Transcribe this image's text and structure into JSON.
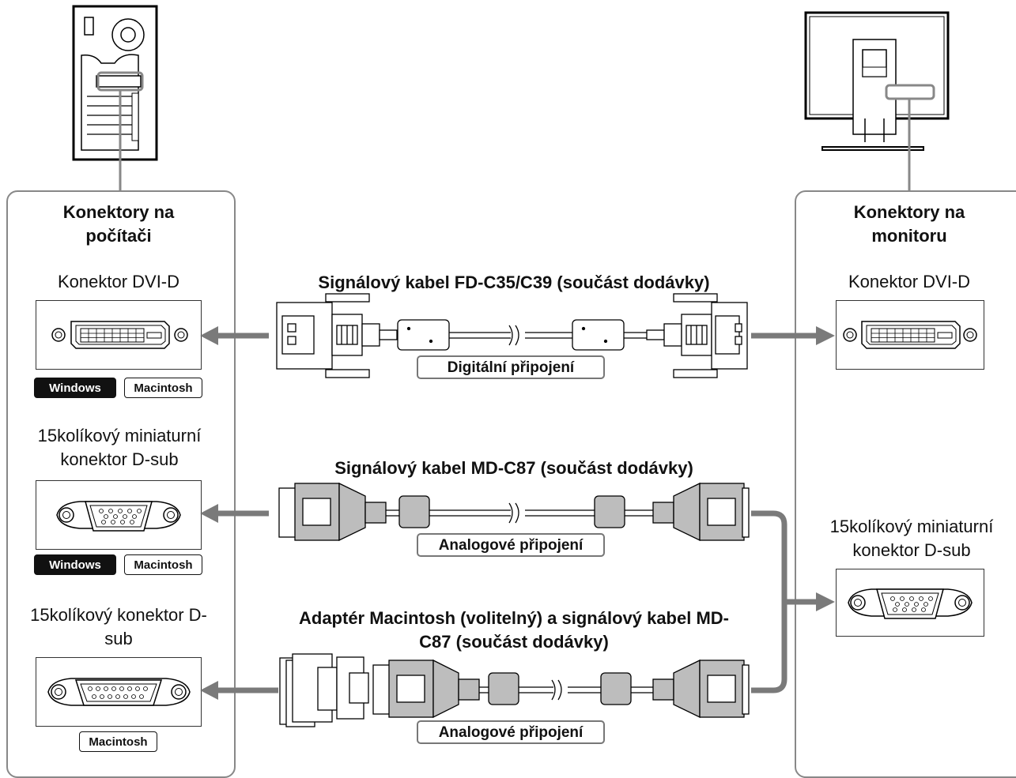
{
  "computer_panel": {
    "title": "Konektory na počítači",
    "dvi_label": "Konektor DVI-D",
    "dsub_mini_label": "15kolíkový miniaturní konektor D-sub",
    "dsub_label": "15kolíkový konektor D-sub",
    "dvi_badges": [
      "Windows",
      "Macintosh"
    ],
    "dsub_mini_badges": [
      "Windows",
      "Macintosh"
    ],
    "dsub_badges": [
      "Macintosh"
    ]
  },
  "monitor_panel": {
    "title": "Konektory na monitoru",
    "dvi_label": "Konektor DVI-D",
    "dsub_mini_label": "15kolíkový miniaturní konektor D-sub"
  },
  "cables": [
    {
      "title": "Signálový kabel FD-C35/C39 (součást dodávky)",
      "connection": "Digitální připojení"
    },
    {
      "title": "Signálový kabel MD-C87 (součást dodávky)",
      "connection": "Analogové připojení"
    },
    {
      "title": "Adaptér Macintosh (volitelný) a signálový kabel MD-C87 (součást dodávky)",
      "connection": "Analogové připojení"
    }
  ],
  "colors": {
    "arrow": "#7a7a7a",
    "panel_border": "#888888",
    "badge_dark": "#111111"
  }
}
